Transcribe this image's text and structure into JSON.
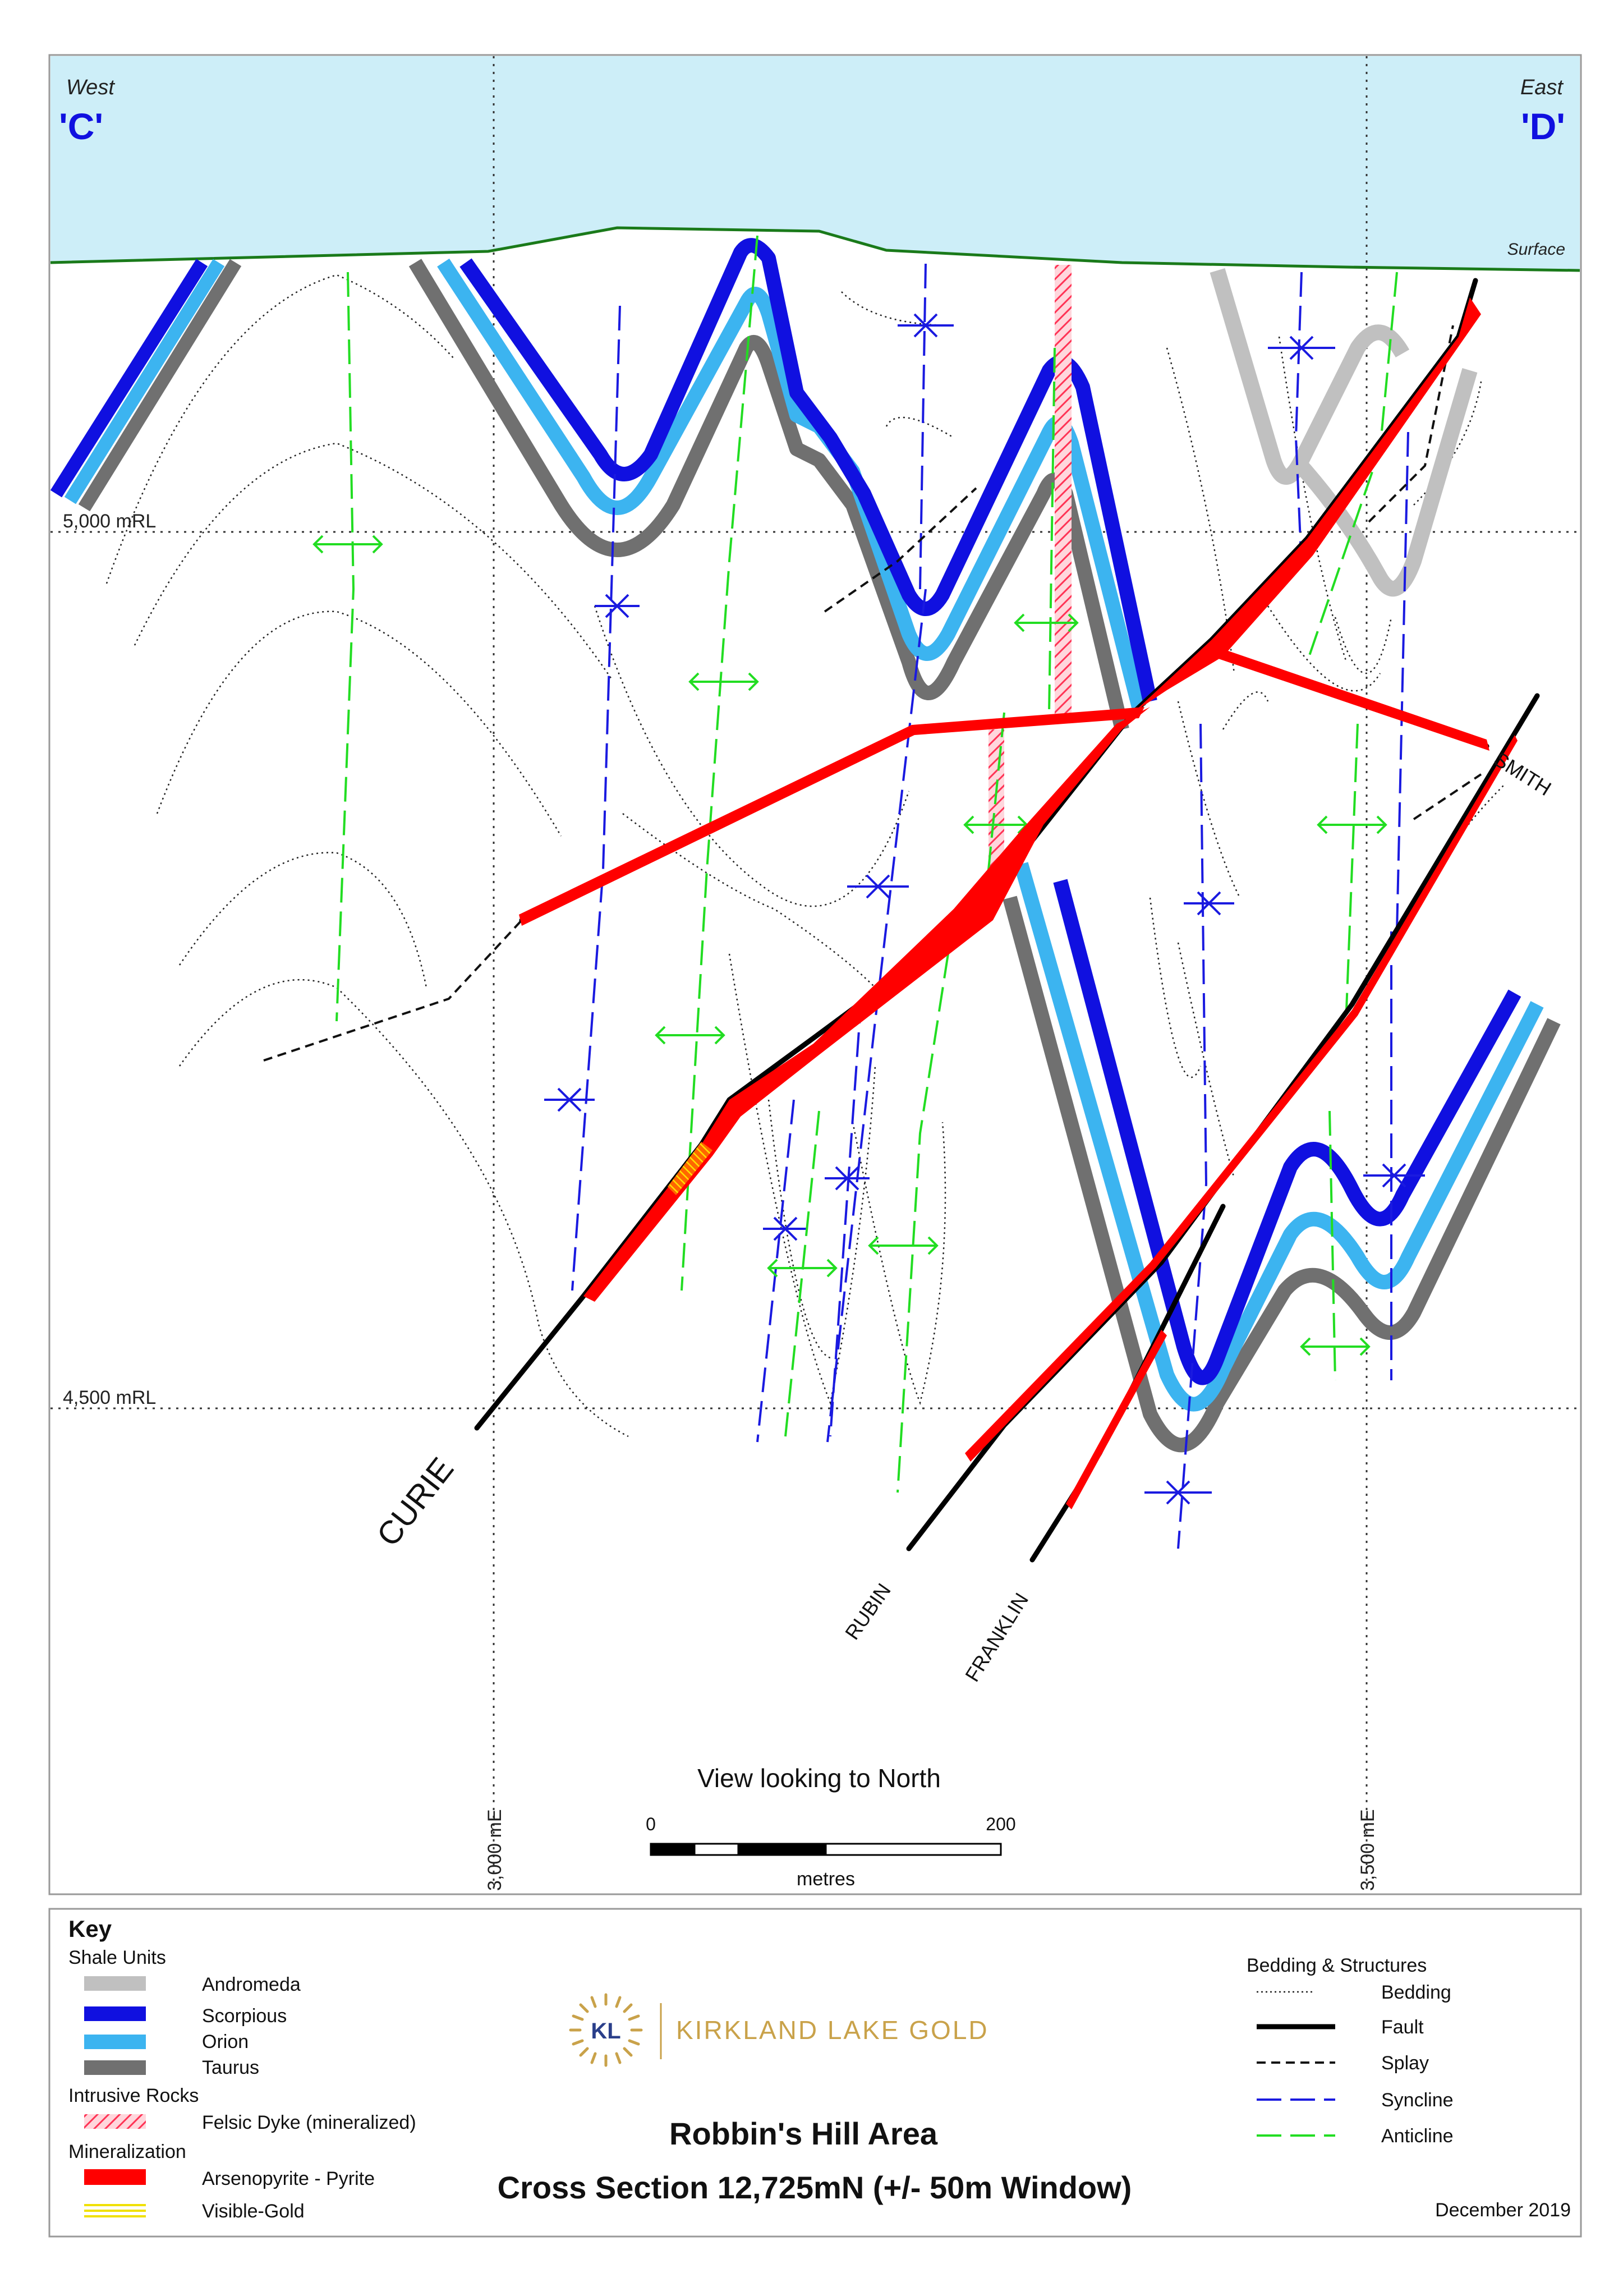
{
  "section": {
    "west_label": "West",
    "west_point": "'C'",
    "east_label": "East",
    "east_point": "'D'",
    "surface_label": "Surface",
    "rl_5000": "5,000 mRL",
    "rl_4500": "4,500 mRL",
    "east_3000": "3,000 mE",
    "east_3500": "3,500 mE",
    "view_label": "View looking to North",
    "scale_start": "0",
    "scale_end": "200",
    "scale_unit": "metres"
  },
  "faults": {
    "curie": "CURIE",
    "rubin": "RUBIN",
    "franklin": "FRANKLIN",
    "smith": "SMITH"
  },
  "key": {
    "title": "Key",
    "shale_units_heading": "Shale Units",
    "andromeda": "Andromeda",
    "scorpious": "Scorpious",
    "orion": "Orion",
    "taurus": "Taurus",
    "intrusive_heading": "Intrusive Rocks",
    "felsic_dyke": "Felsic Dyke (mineralized)",
    "mineralization_heading": "Mineralization",
    "arsenopyrite": "Arsenopyrite - Pyrite",
    "visible_gold": "Visible-Gold",
    "structures_heading": "Bedding & Structures",
    "bedding": "Bedding",
    "fault": "Fault",
    "splay": "Splay",
    "syncline": "Syncline",
    "anticline": "Anticline"
  },
  "logo_text": "KIRKLAND LAKE GOLD",
  "logo_initials": "KL",
  "title_line1": "Robbin's Hill Area",
  "title_line2": "Cross Section 12,725mN (+/- 50m Window)",
  "date": "December 2019",
  "colors": {
    "sky": "#cdeef8",
    "surface_line": "#1a7a1a",
    "andromeda": "#c0c0c0",
    "scorpious": "#1010e0",
    "orion": "#3cb4f0",
    "taurus": "#707070",
    "mineral": "#ff0000",
    "syncline": "#1a1ae0",
    "anticline": "#22dd22",
    "gold_text": "#c9a24a"
  }
}
